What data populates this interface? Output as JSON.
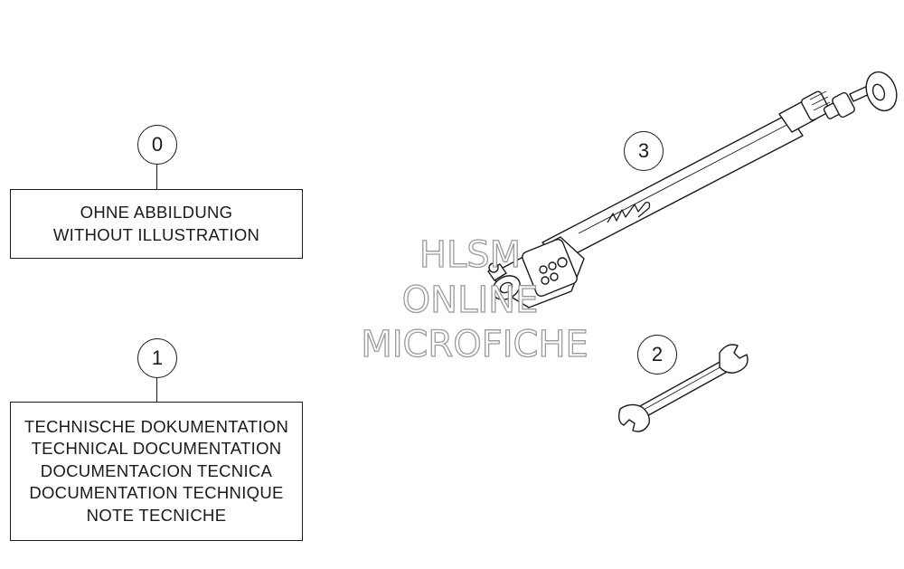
{
  "callouts": {
    "c0": "0",
    "c1": "1",
    "c2": "2",
    "c3": "3"
  },
  "box0": {
    "line1": "OHNE ABBILDUNG",
    "line2": "WITHOUT ILLUSTRATION"
  },
  "box1": {
    "line1": "TECHNISCHE DOKUMENTATION",
    "line2": "TECHNICAL DOCUMENTATION",
    "line3": "DOCUMENTACION TECNICA",
    "line4": "DOCUMENTATION TECHNIQUE",
    "line5": "NOTE TECNICHE"
  },
  "watermark": {
    "line1": "HLSM",
    "line2": "ONLINE",
    "line3": "MICROFICHE"
  },
  "parts": {
    "part3_icon": "air-pump-gauge-icon",
    "part2_icon": "open-end-wrench-icon"
  }
}
